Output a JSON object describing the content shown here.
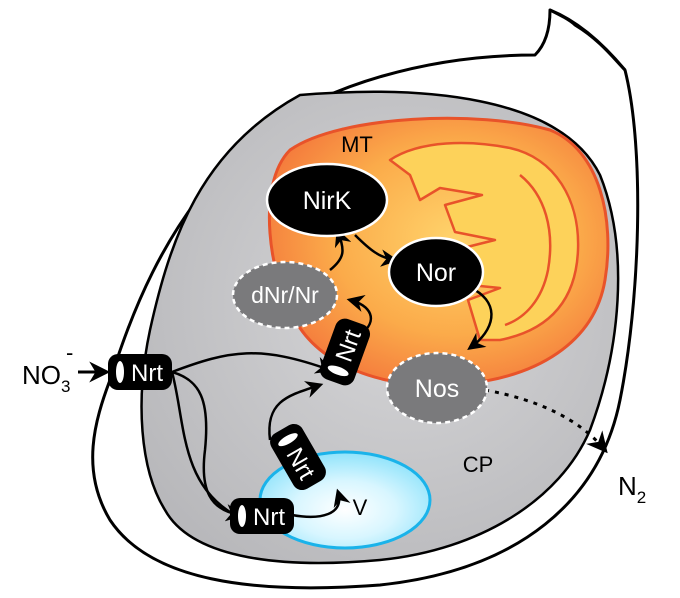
{
  "regions": {
    "mitochondrion": "MT",
    "cytoplasm": "CP",
    "vacuole": "V"
  },
  "enzymes": {
    "nirk": "NirK",
    "nor": "Nor",
    "nos": "Nos",
    "dnr_nr": "dNr/Nr"
  },
  "transporters": {
    "label": "Nrt"
  },
  "substrates": {
    "nitrate": "NO",
    "nitrate_subscript": "3",
    "nitrate_superscript": "-",
    "dinitrogen": "N",
    "dinitrogen_subscript": "2"
  },
  "colors": {
    "cell_fill": "#ffffff",
    "cytoplasm_fill": "#c8c8ca",
    "mito_outer": "#f26a3a",
    "mito_inner": "#fbc02d",
    "vacuole_fill": "#a8ecff",
    "vacuole_edge": "#1ab3ea",
    "enzyme_dark": "#000000",
    "enzyme_grey": "#7a7a7c"
  }
}
